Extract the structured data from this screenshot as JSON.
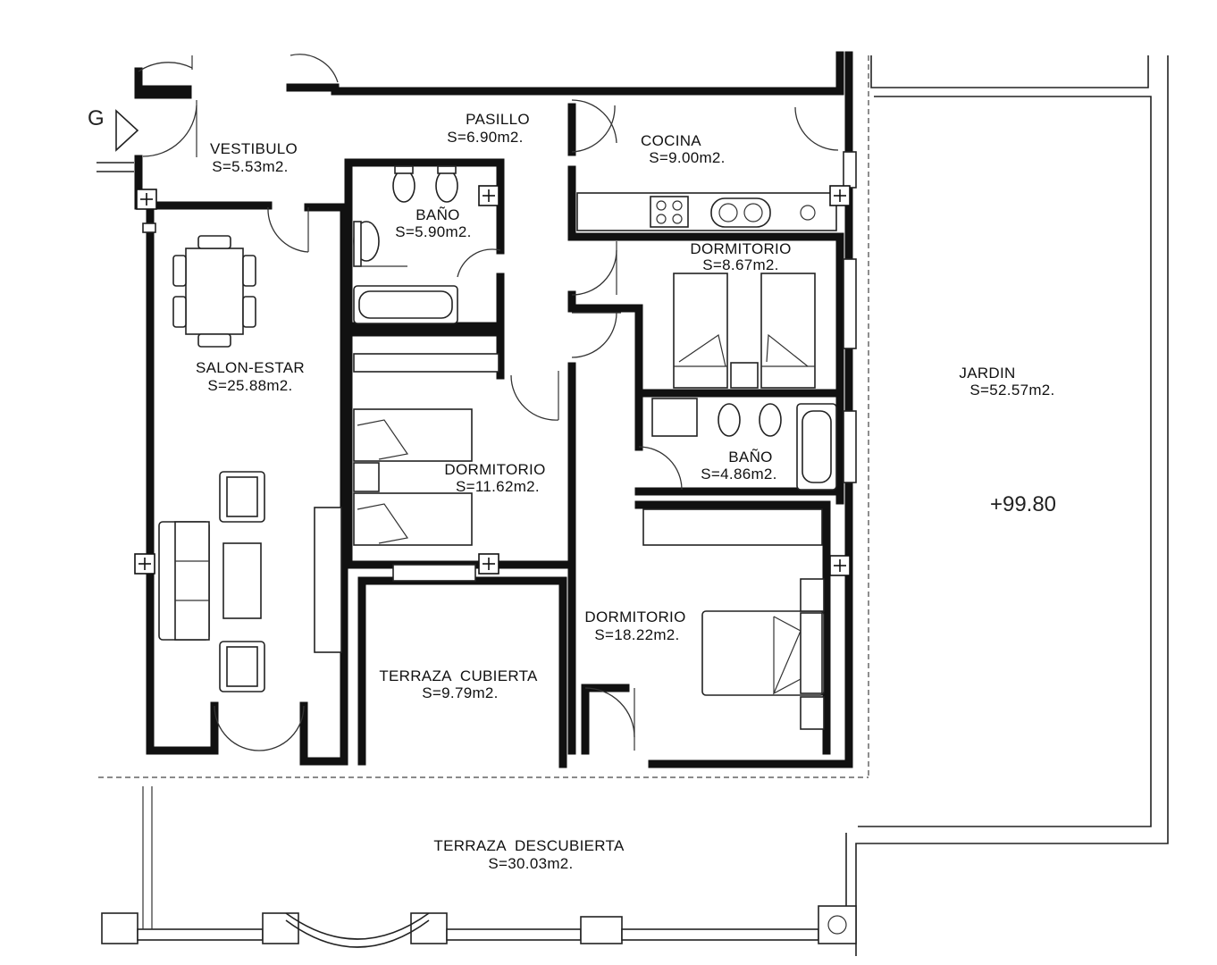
{
  "entry_mark": "G",
  "elevation": "+99.80",
  "rooms": [
    {
      "id": "vestibulo",
      "name": "VESTIBULO",
      "area": "S=5.53m2."
    },
    {
      "id": "pasillo",
      "name": "PASILLO",
      "area": "S=6.90m2."
    },
    {
      "id": "cocina",
      "name": "COCINA",
      "area": "S=9.00m2."
    },
    {
      "id": "bano1",
      "name": "BAÑO",
      "area": "S=5.90m2."
    },
    {
      "id": "dormitorio1",
      "name": "DORMITORIO",
      "area": "S=8.67m2."
    },
    {
      "id": "salon",
      "name": "SALON-ESTAR",
      "area": "S=25.88m2."
    },
    {
      "id": "dormitorio2",
      "name": "DORMITORIO",
      "area": "S=11.62m2."
    },
    {
      "id": "bano2",
      "name": "BAÑO",
      "area": "S=4.86m2."
    },
    {
      "id": "jardin",
      "name": "JARDIN",
      "area": "S=52.57m2."
    },
    {
      "id": "dormitorio3",
      "name": "DORMITORIO",
      "area": "S=18.22m2."
    },
    {
      "id": "terraza_cubierta",
      "name": "TERRAZA  CUBIERTA",
      "area": "S=9.79m2."
    },
    {
      "id": "terraza_descubierta",
      "name": "TERRAZA  DESCUBIERTA",
      "area": "S=30.03m2."
    }
  ]
}
